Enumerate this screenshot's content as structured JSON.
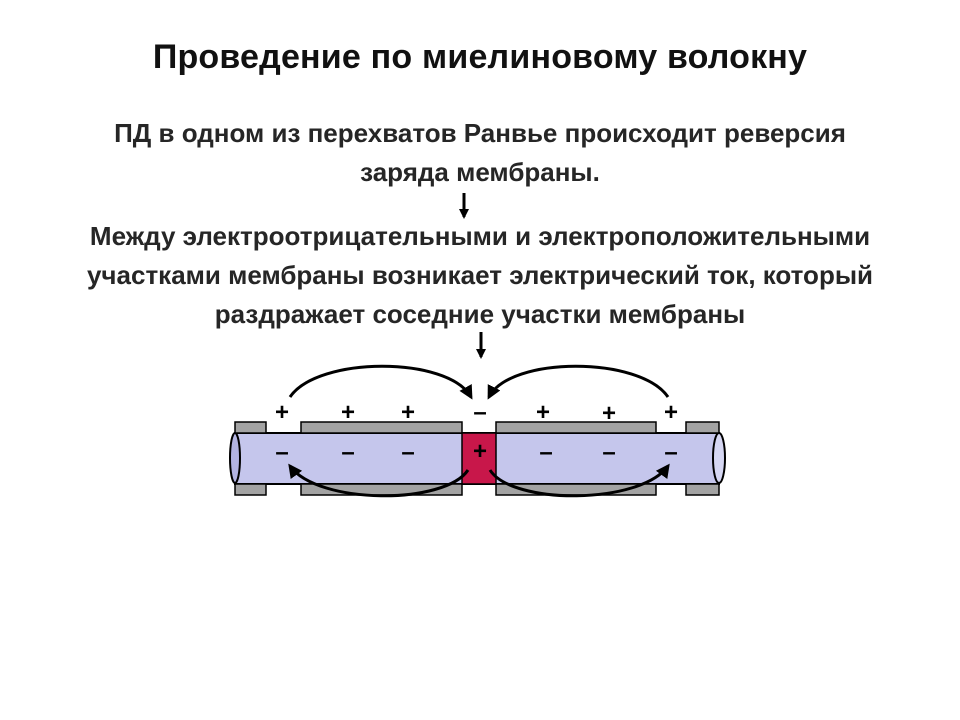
{
  "slide": {
    "title": "Проведение по миелиновому волокну",
    "paragraph_1": {
      "line_1": "ПД в одном из перехватов Ранвье происходит реверсия",
      "line_2": "заряда мембраны."
    },
    "paragraph_2": {
      "line_1": "Между электроотрицательными и электроположительными",
      "line_2": "участками мембраны возникает электрический ток, который",
      "line_3": "раздражает соседние участки мембраны"
    }
  },
  "diagram": {
    "outer_signs": [
      "+",
      "+",
      "+",
      "–",
      "+",
      "+",
      "+"
    ],
    "inner_signs": [
      "–",
      "–",
      "–",
      "+",
      "–",
      "–",
      "–"
    ],
    "colors": {
      "axon_fill": "#c5c6ec",
      "myelin_fill": "#a3a3a3",
      "node_fill": "#c8174a",
      "outline": "#000000"
    }
  }
}
